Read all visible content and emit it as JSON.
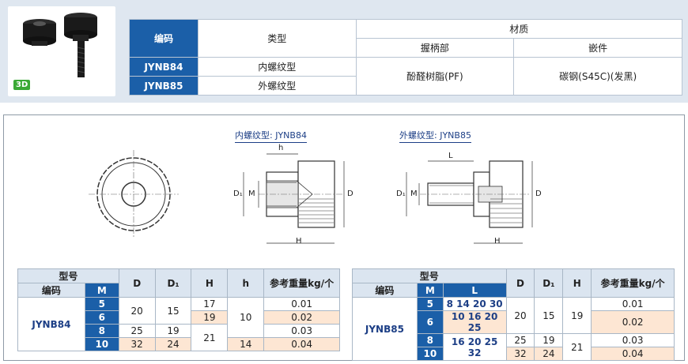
{
  "badge": "3D",
  "material_table": {
    "h_code": "编码",
    "h_type": "类型",
    "h_material": "材质",
    "h_grip": "握柄部",
    "h_insert": "嵌件",
    "rows": [
      {
        "code": "JYNB84",
        "type": "内螺纹型"
      },
      {
        "code": "JYNB85",
        "type": "外螺纹型"
      }
    ],
    "grip_value": "酚醛树脂(PF)",
    "insert_value": "碳钢(S45C)(发黑)"
  },
  "drawings": {
    "internal_title": "内螺纹型: JYNB84",
    "external_title": "外螺纹型: JYNB85",
    "dims": {
      "h": "h",
      "D": "D",
      "D1": "D₁",
      "M": "M",
      "H": "H",
      "L": "L"
    }
  },
  "table1": {
    "h_model": "型号",
    "h_code": "编码",
    "h_M": "M",
    "h_D": "D",
    "h_D1": "D₁",
    "h_H": "H",
    "h_h": "h",
    "h_weight": "参考重量kg/个",
    "code": "JYNB84",
    "M": [
      "5",
      "6",
      "8",
      "10"
    ],
    "D": [
      "20",
      "25",
      "32"
    ],
    "D1": [
      "15",
      "19",
      "24"
    ],
    "H": [
      "17",
      "19",
      "21"
    ],
    "h": [
      "10",
      "14"
    ],
    "weight": [
      "0.01",
      "0.02",
      "0.03",
      "0.04"
    ]
  },
  "table2": {
    "h_model": "型号",
    "h_code": "编码",
    "h_M": "M",
    "h_L": "L",
    "h_D": "D",
    "h_D1": "D₁",
    "h_H": "H",
    "h_weight": "参考重量kg/个",
    "code": "JYNB85",
    "M": [
      "5",
      "6",
      "8",
      "10"
    ],
    "L": [
      "8 14 20 30",
      "10 16 20 25",
      "16 20 25 32"
    ],
    "D": [
      "20",
      "25",
      "32"
    ],
    "D1": [
      "15",
      "19",
      "24"
    ],
    "H": [
      "19",
      "21"
    ],
    "weight": [
      "0.01",
      "0.02",
      "0.03",
      "0.04"
    ]
  }
}
